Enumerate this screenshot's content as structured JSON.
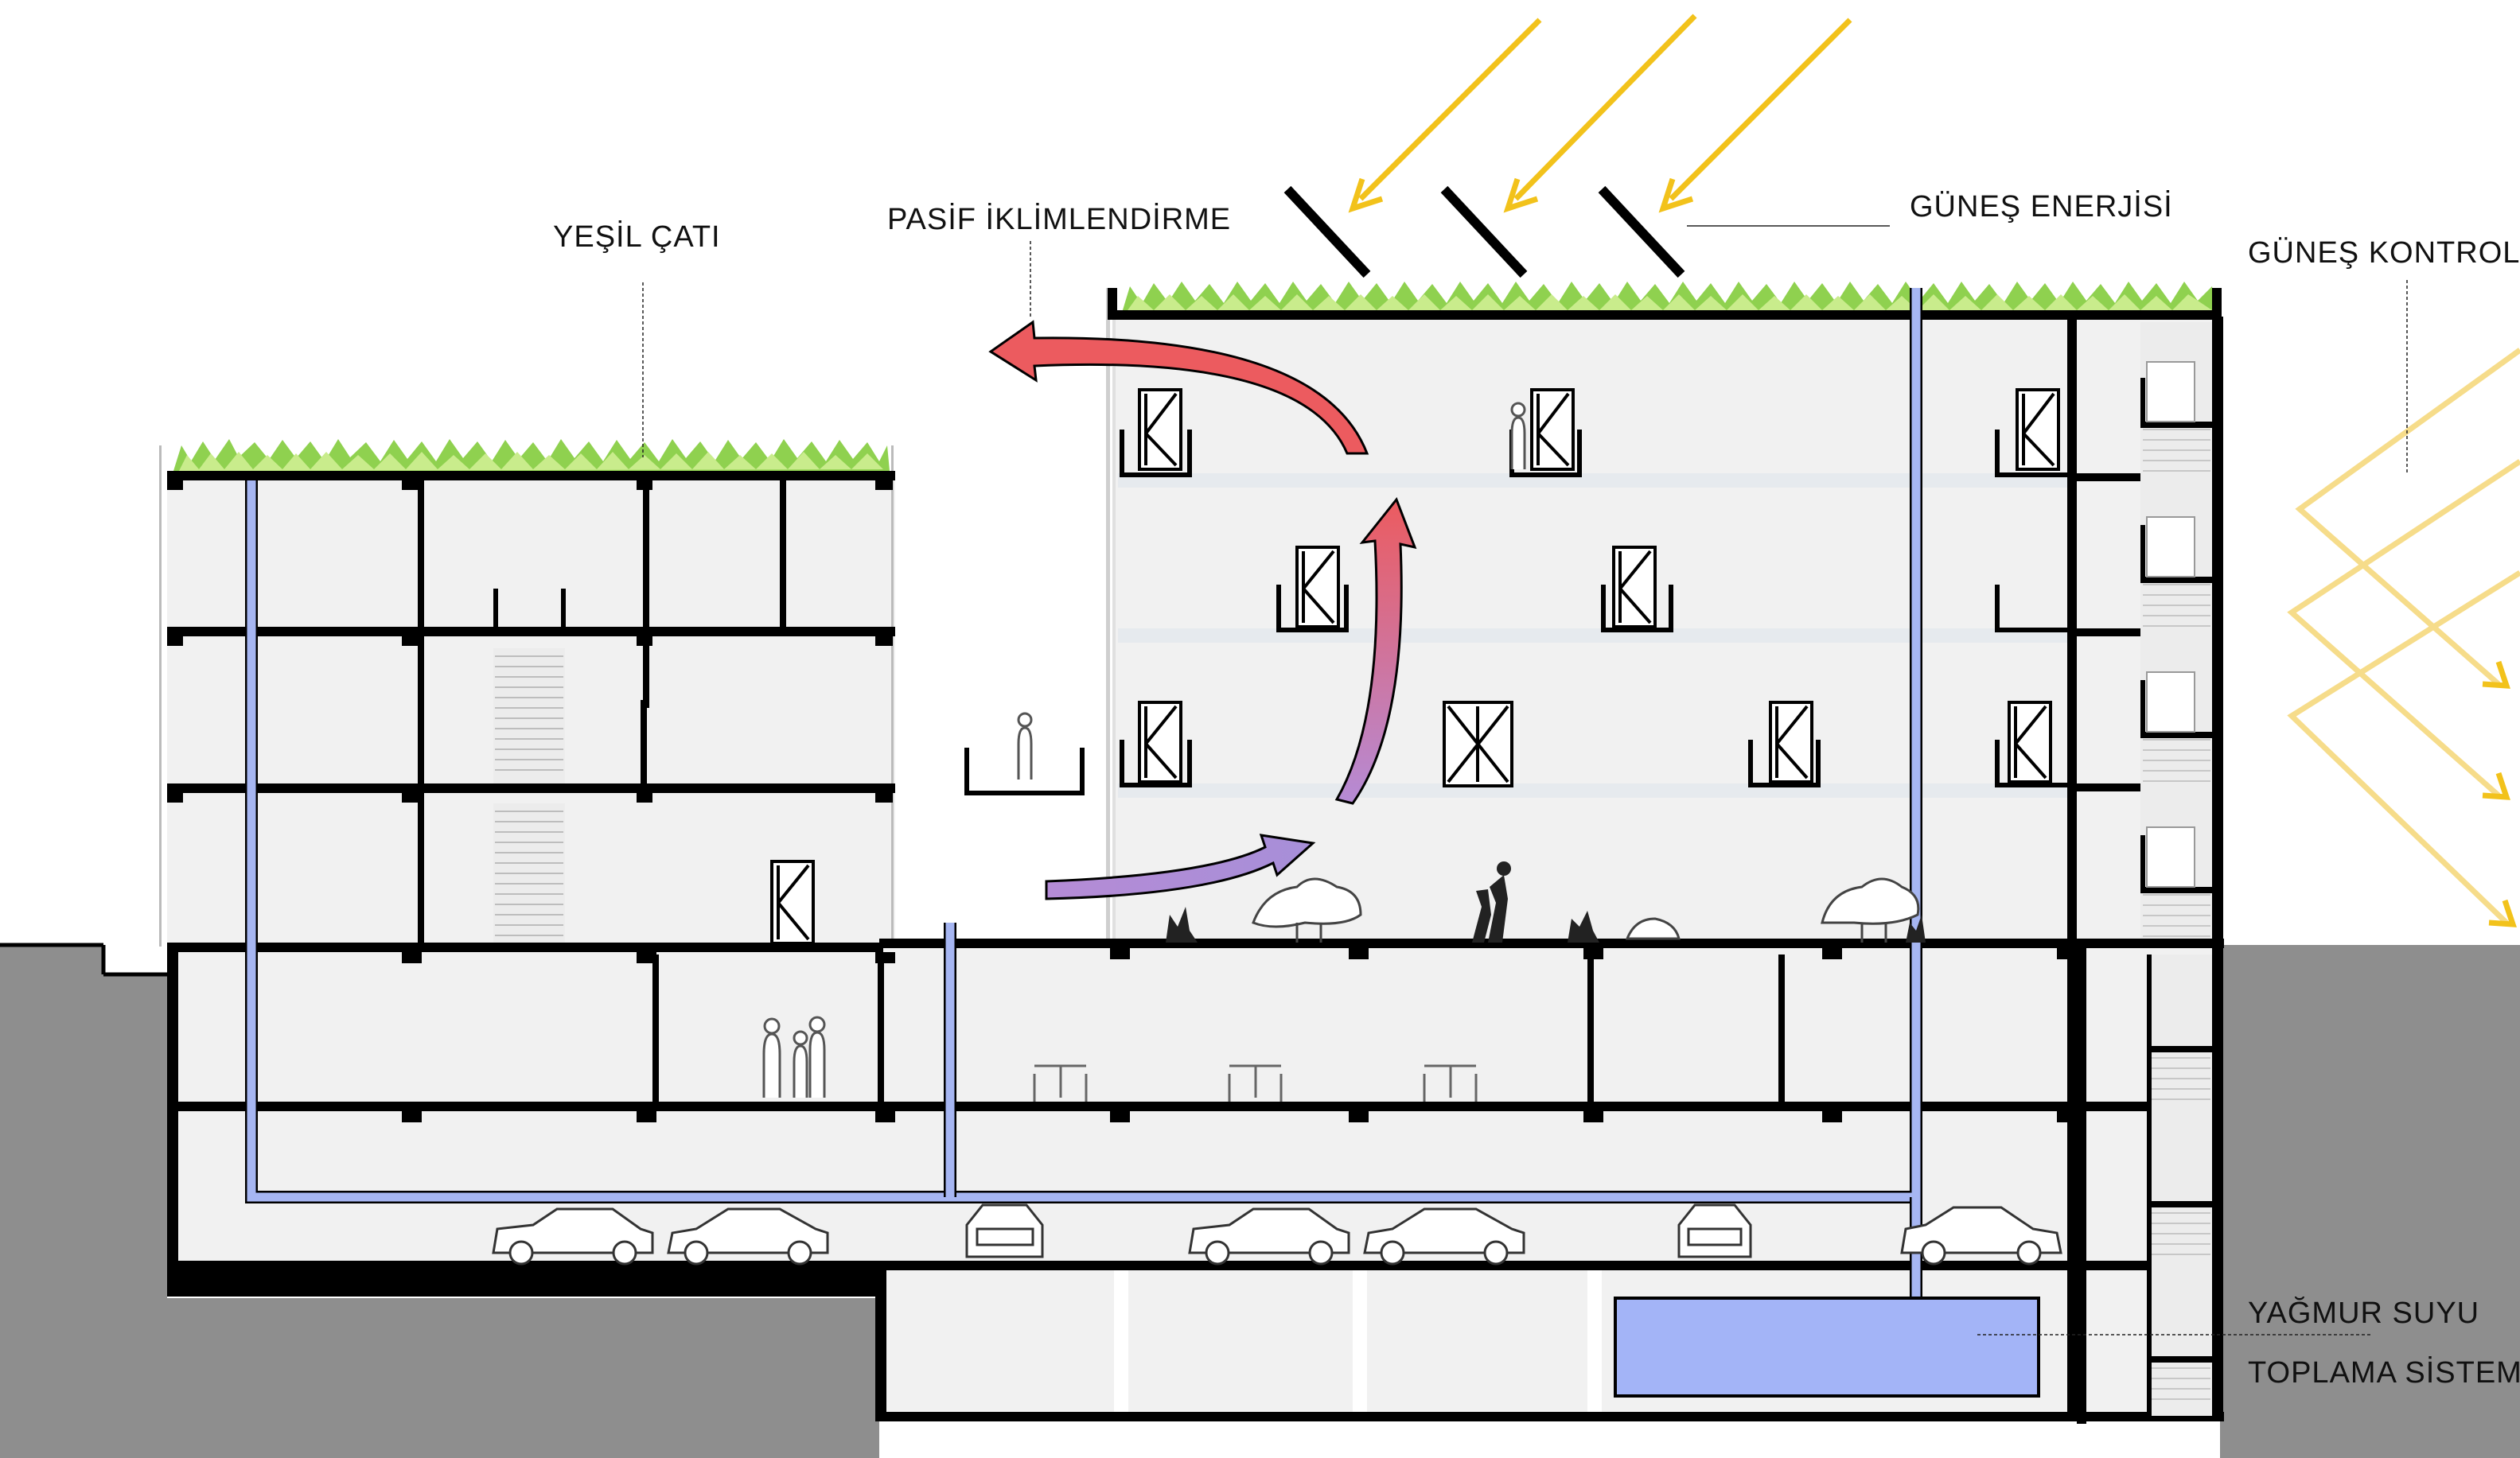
{
  "labels": {
    "green_roof": "YEŞİL ÇATI",
    "passive_cooling": "PASİF İKLİMLENDİRME",
    "solar_energy": "GÜNEŞ ENERJİSİ",
    "solar_control": "GÜNEŞ KONTROL",
    "rainwater_line1": "YAĞMUR SUYU",
    "rainwater_line2": "TOPLAMA SİSTEMİ"
  },
  "colors": {
    "ground": "#8e8e8e",
    "building_fill": "#f1f1f1",
    "wall": "#000000",
    "green_roof": "#8fd14f",
    "water_pipe": "#a6b6f2",
    "water_tank": "#a3b4f7",
    "sun_ray": "#f2c21b",
    "sun_ray_light": "#f6dc8a",
    "warm_air": "#ec5b5f",
    "cool_air": "#b58bd6"
  }
}
